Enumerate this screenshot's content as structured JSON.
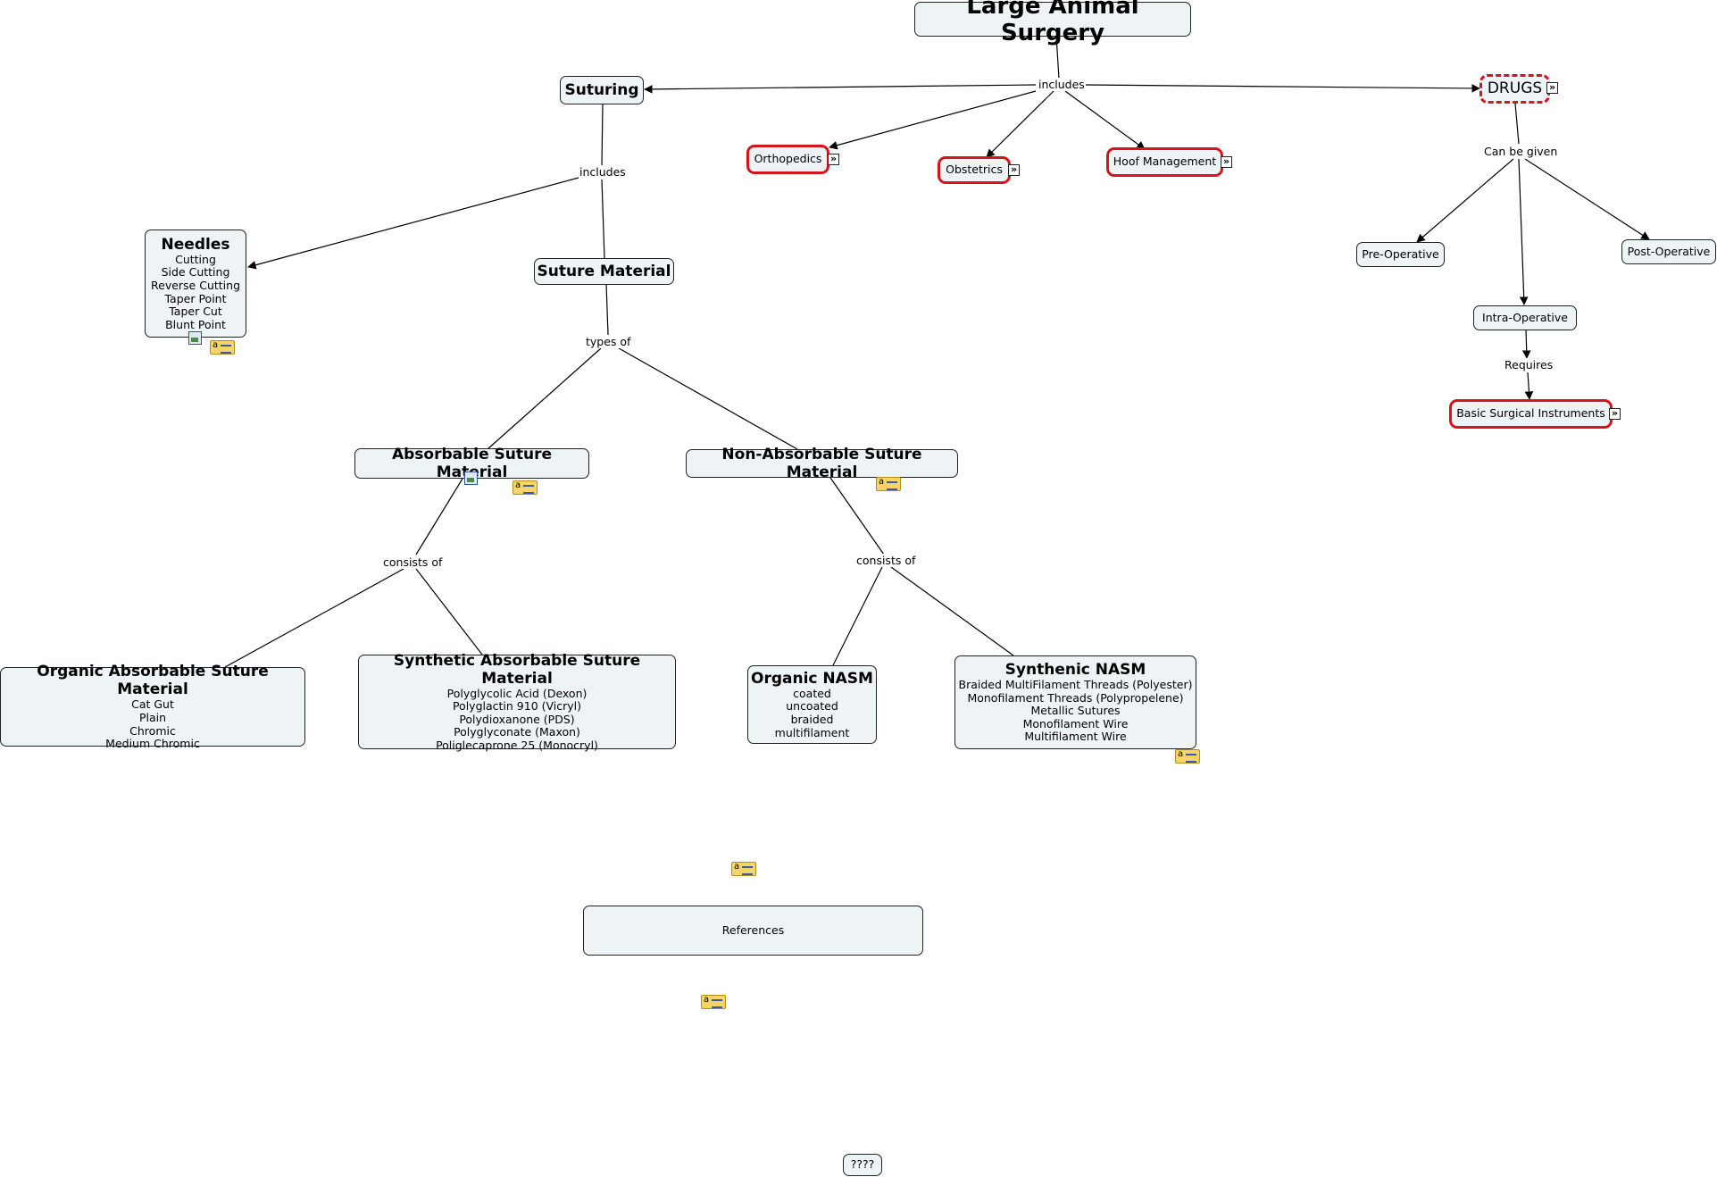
{
  "nodes": {
    "root": {
      "title": "Large Animal Surgery"
    },
    "suturing": {
      "title": "Suturing"
    },
    "orthopedics": {
      "title": "Orthopedics"
    },
    "obstetrics": {
      "title": "Obstetrics"
    },
    "hoof": {
      "title": "Hoof Management"
    },
    "drugs": {
      "title": "DRUGS"
    },
    "needles": {
      "title": "Needles",
      "items": [
        "Cutting",
        "Side Cutting",
        "Reverse Cutting",
        "Taper Point",
        "Taper Cut",
        "Blunt Point"
      ]
    },
    "suture_material": {
      "title": "Suture Material"
    },
    "absorbable": {
      "title": "Absorbable Suture Material"
    },
    "nonabsorbable": {
      "title": "Non-Absorbable Suture Material"
    },
    "organic_abs": {
      "title": "Organic Absorbable Suture Material",
      "items": [
        "Cat Gut",
        "Plain",
        "Chromic",
        "Medium Chromic"
      ]
    },
    "synthetic_abs": {
      "title": "Synthetic Absorbable Suture Material",
      "items": [
        "Polyglycolic Acid (Dexon)",
        "Polyglactin 910 (Vicryl)",
        "Polydioxanone (PDS)",
        "Polyglyconate (Maxon)",
        "Poliglecaprone 25 (Monocryl)"
      ]
    },
    "organic_nasm": {
      "title": "Organic NASM",
      "items": [
        "coated",
        "uncoated",
        "braided",
        "multifilament"
      ]
    },
    "synthetic_nasm": {
      "title": "Synthenic NASM",
      "items": [
        "Braided MultiFilament Threads (Polyester)",
        "Monofilament Threads (Polypropelene)",
        "Metallic Sutures",
        "Monofilament Wire",
        "Multifilament Wire"
      ]
    },
    "pre_op": {
      "title": "Pre-Operative"
    },
    "post_op": {
      "title": "Post-Operative"
    },
    "intra_op": {
      "title": "Intra-Operative"
    },
    "instruments": {
      "title": "Basic Surgical Instruments"
    },
    "references": {
      "title": "References"
    },
    "unknown": {
      "title": "????"
    }
  },
  "labels": {
    "includes_top": "includes",
    "includes_suturing": "includes",
    "types_of": "types of",
    "consists_abs": "consists of",
    "consists_nonabs": "consists of",
    "can_be_given": "Can be given",
    "requires": "Requires"
  },
  "icons": {
    "link": "link-arrow-icon",
    "note": "note-icon",
    "image": "image-icon",
    "link_glyph": "»",
    "note_glyph": "a"
  },
  "colors": {
    "node_fill": "#eef3f5",
    "node_border": "#222222",
    "highlight_border": "#d6141b",
    "note_fill": "#f5d56a"
  }
}
